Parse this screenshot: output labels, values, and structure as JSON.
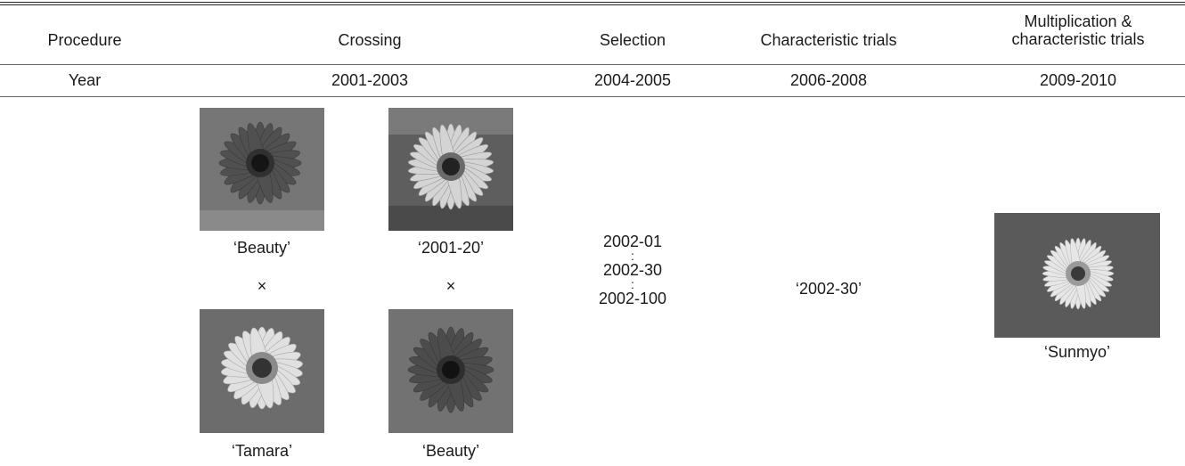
{
  "table": {
    "headers": {
      "procedure": "Procedure",
      "crossing": "Crossing",
      "selection": "Selection",
      "characteristic_trials": "Characteristic trials",
      "multiplication_line1": "Multiplication  &",
      "multiplication_line2": "characteristic  trials"
    },
    "year_row": {
      "label": "Year",
      "crossing": "2001-2003",
      "selection": "2004-2005",
      "characteristic_trials": "2006-2008",
      "multiplication": "2009-2010"
    },
    "crossing": {
      "cross_1": {
        "parent_top": "‘Beauty’",
        "symbol": "×",
        "parent_bottom": "‘Tamara’"
      },
      "cross_2": {
        "parent_top": "‘2001-20’",
        "symbol": "×",
        "parent_bottom": "‘Beauty’"
      }
    },
    "selection": {
      "line1": "2002-01",
      "colon1": ":",
      "line2": "2002-30",
      "colon2": ":",
      "line3": "2002-100"
    },
    "characteristic_trials_value": "‘2002-30’",
    "multiplication_caption": "‘Sunmyo’"
  },
  "photos": {
    "beauty_dark": {
      "bg": "#6e6e6e",
      "petal": "#4a4a4a",
      "center": "#151515"
    },
    "light_2001_20": {
      "bg": "#5a5a5a",
      "petal": "#d6d6d6",
      "center": "#2a2a2a"
    },
    "tamara": {
      "bg": "#6a6a6a",
      "petal": "#e4e4e4",
      "center": "#333333"
    },
    "sunmyo": {
      "bg": "#595959",
      "petal": "#e8e8e8",
      "center": "#3a3a3a"
    }
  }
}
